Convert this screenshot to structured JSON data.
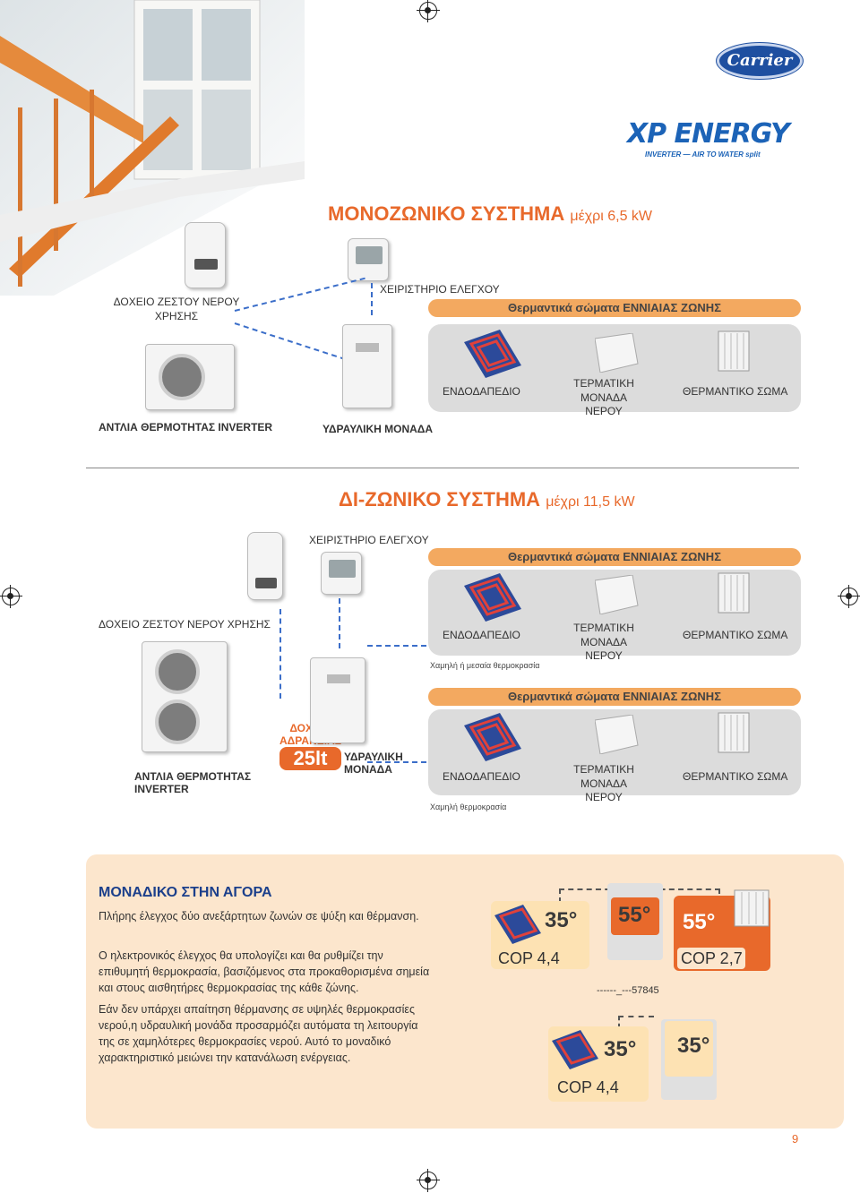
{
  "brand": {
    "carrier": "Carrier",
    "product": "XP ENERGY",
    "product_sub": "INVERTER",
    "product_tag": "AIR TO WATER split"
  },
  "mono": {
    "title": "ΜΟΝΟΖΩΝΙΚΟ ΣΥΣΤΗΜΑ",
    "title_suffix": "μέχρι 6,5 kW",
    "tank_label_1": "ΔΟΧΕΙΟ ΖΕΣΤΟΥ ΝΕΡΟΥ",
    "tank_label_2": "ΧΡΗΣΗΣ",
    "controller_label": "ΧΕΙΡΙΣΤΗΡΙΟ ΕΛΕΓΧΟΥ",
    "zone_pill": "Θερμαντικά σώματα ΕΝΝΙΑΙΑΣ ΖΩΝΗΣ",
    "floor": "ΕΝΔΟΔΑΠΕΔΙΟ",
    "terminal_1": "ΤΕΡΜΑΤΙΚΗ ΜΟΝΑΔΑ",
    "terminal_2": "ΝΕΡΟΥ",
    "radiator": "ΘΕΡΜΑΝΤΙΚΟ ΣΩΜΑ",
    "heatpump_label": "ΑΝΤΛΙΑ ΘΕΡΜΟΤΗΤΑΣ INVERTER",
    "hydro_label": "ΥΔΡΑΥΛΙΚΗ ΜΟΝΑΔΑ"
  },
  "dual": {
    "title": "ΔΙ-ΖΩΝΙΚΟ ΣΥΣΤΗΜΑ",
    "title_suffix": "μέχρι 11,5 kW",
    "controller_label": "ΧΕΙΡΙΣΤΗΡΙΟ ΕΛΕΓΧΟΥ",
    "tank_label": "ΔΟΧΕΙΟ ΖΕΣΤΟΥ ΝΕΡΟΥ ΧΡΗΣΗΣ",
    "zone_pill_1": "Θερμαντικά σώματα ΕΝΝΙΑΙΑΣ ΖΩΝΗΣ",
    "zone_pill_2": "Θερμαντικά σώματα ΕΝΝΙΑΙΑΣ ΖΩΝΗΣ",
    "floor": "ΕΝΔΟΔΑΠΕΔΙΟ",
    "terminal_1": "ΤΕΡΜΑΤΙΚΗ ΜΟΝΑΔΑ",
    "terminal_2": "ΝΕΡΟΥ",
    "radiator": "ΘΕΡΜΑΝΤΙΚΟ ΣΩΜΑ",
    "note_1": "Χαμηλή ή μεσαία θερμοκρασία",
    "note_2": "Χαμηλή θερμοκρασία",
    "heatpump_label_1": "ΑΝΤΛΙΑ ΘΕΡΜΟΤΗΤΑΣ",
    "heatpump_label_2": "INVERTER",
    "buffer_1": "ΔΟΧΕΙΟ",
    "buffer_2": "ΑΔΡΑΝΕΙΑΣ",
    "buffer_size": "25lt",
    "hydro_1": "ΥΔΡΑΥΛΙΚΗ",
    "hydro_2": "ΜΟΝΑΔΑ"
  },
  "unique": {
    "title": "ΜΟΝΑΔΙΚΟ ΣΤΗΝ ΑΓΟΡΑ",
    "p1": "Πλήρης έλεγχος δύο ανεξάρτητων ζωνών σε ψύξη και θέρμανση.",
    "p2": "Ο ηλεκτρονικός έλεγχος θα υπολογίζει και θα ρυθμίζει την επιθυμητή θερμοκρασία, βασιζόμενος στα προκαθορισμένα σημεία και στους αισθητήρες θερμοκρασίας της κάθε ζώνης.",
    "p3": "Εάν δεν υπάρχει απαίτηση θέρμανσης σε υψηλές θερμοκρασίες νερού,η υδραυλική μονάδα προσαρμόζει αυτόματα τη λειτουργία της σε χαμηλότερες θερμοκρασίες νερού. Αυτό το μοναδικό χαρακτηριστικό μειώνει την κατανάλωση ενέργειας.",
    "t1": "35°",
    "t2": "55°",
    "t3": "55°",
    "t4": "35°",
    "t5": "35°",
    "cop1": "COP 4,4",
    "cop2": "COP 2,7",
    "cop3": "COP 4,4",
    "code": "------_---57845"
  },
  "page_number": "9",
  "colors": {
    "orange": "#e8692b",
    "pill": "#f3a960",
    "panel": "#dcdcdc",
    "blue_dash": "#3b6ec9",
    "box_bg": "#fce6cd"
  }
}
